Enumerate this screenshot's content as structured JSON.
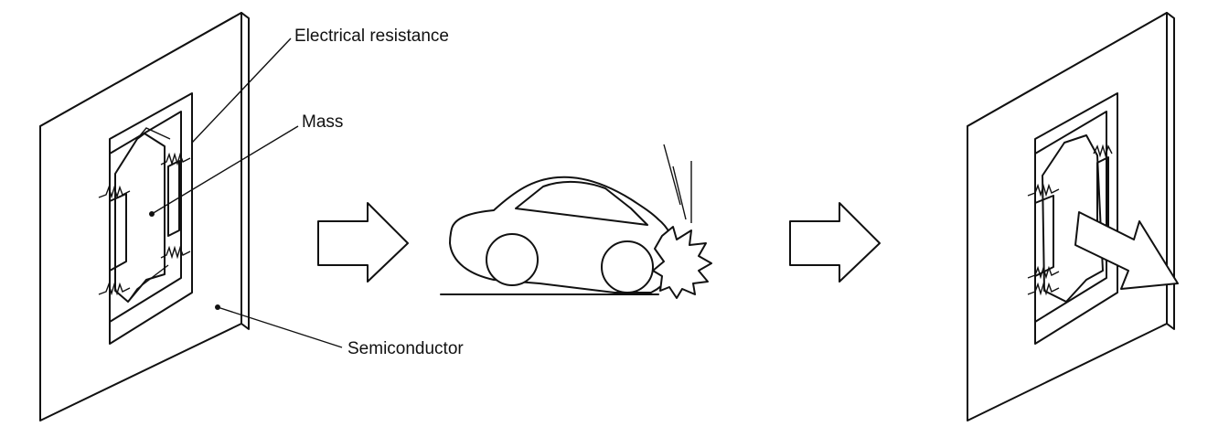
{
  "labels": {
    "electrical_resistance": "Electrical resistance",
    "mass": "Mass",
    "semiconductor": "Semiconductor"
  },
  "colors": {
    "ink": "#111111",
    "background": "#ffffff"
  },
  "icons": [
    "right-arrow-icon",
    "car-crash-icon",
    "deflection-arrow-icon"
  ]
}
